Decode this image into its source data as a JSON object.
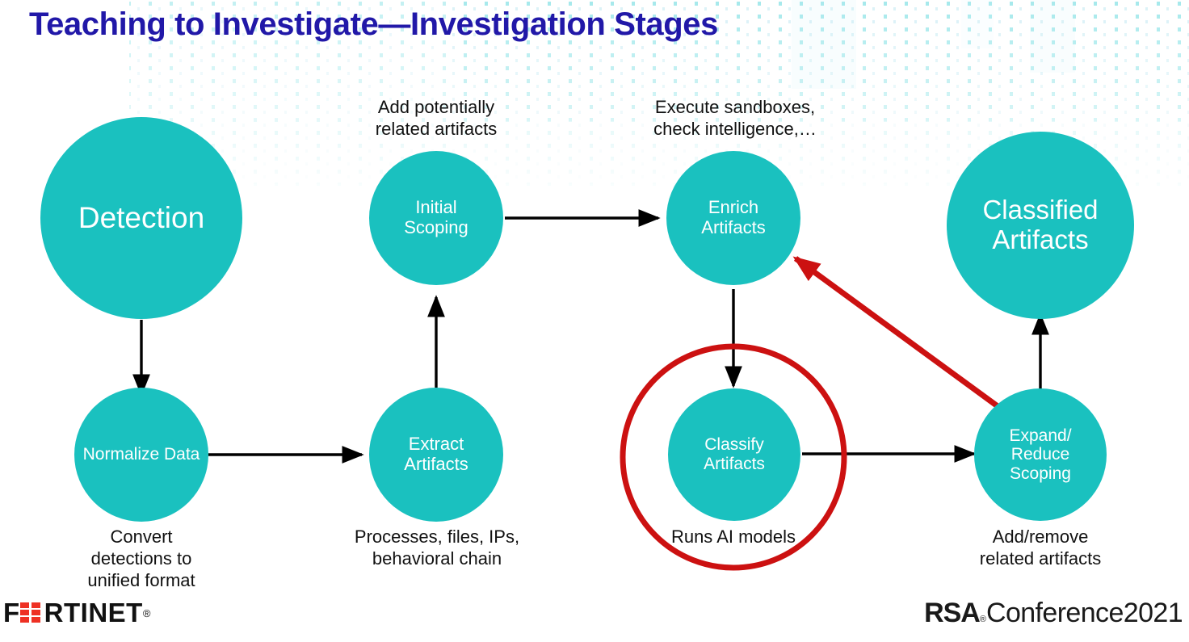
{
  "slide": {
    "title": "Teaching to Investigate—Investigation Stages",
    "title_color": "#2118A8",
    "background_color": "#ffffff",
    "node_color": "#1AC1BF",
    "node_text_color": "#ffffff",
    "arrow_color": "#000000",
    "highlight_color": "#CC1111",
    "caption_color": "#111111"
  },
  "nodes": [
    {
      "id": "detection",
      "label": "Detection"
    },
    {
      "id": "initial-scoping",
      "label": "Initial\nScoping"
    },
    {
      "id": "enrich-artifacts",
      "label": "Enrich\nArtifacts"
    },
    {
      "id": "classified-artifacts",
      "label": "Classified\nArtifacts"
    },
    {
      "id": "normalize-data",
      "label": "Normalize Data"
    },
    {
      "id": "extract-artifacts",
      "label": "Extract\nArtifacts"
    },
    {
      "id": "classify-artifacts",
      "label": "Classify\nArtifacts"
    },
    {
      "id": "expand-reduce-scoping",
      "label": "Expand/\nReduce\nScoping"
    }
  ],
  "captions": [
    {
      "id": "caption-initial-scoping",
      "text": "Add potentially\nrelated artifacts"
    },
    {
      "id": "caption-enrich-artifacts",
      "text": "Execute sandboxes,\ncheck intelligence,…"
    },
    {
      "id": "caption-normalize-data",
      "text": "Convert\ndetections to\nunified format"
    },
    {
      "id": "caption-extract-artifacts",
      "text": "Processes, files, IPs,\nbehavioral chain"
    },
    {
      "id": "caption-classify-artifacts",
      "text": "Runs AI models"
    },
    {
      "id": "caption-expand-reduce",
      "text": "Add/remove\nrelated artifacts"
    }
  ],
  "logos": {
    "fortinet": {
      "prefix": "F",
      "suffix": "RTINET",
      "registered": "®"
    },
    "rsa": {
      "mark": "RSA",
      "registered": "®",
      "word": "Conference2021"
    }
  }
}
